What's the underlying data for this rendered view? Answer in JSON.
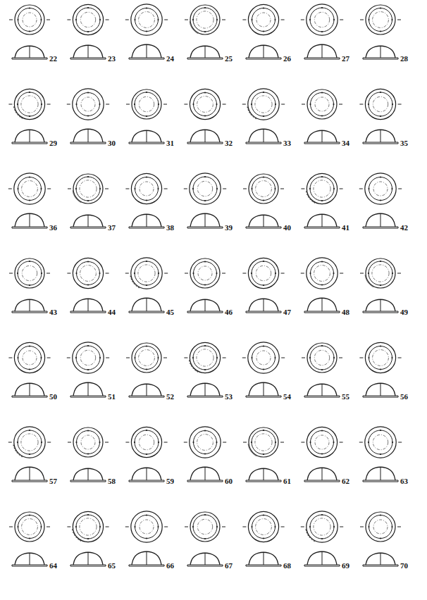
{
  "diagram": {
    "labels": [
      "22",
      "23",
      "24",
      "25",
      "26",
      "27",
      "28",
      "29",
      "30",
      "31",
      "32",
      "33",
      "34",
      "35",
      "36",
      "37",
      "38",
      "39",
      "40",
      "41",
      "42",
      "43",
      "44",
      "45",
      "46",
      "47",
      "48",
      "49",
      "50",
      "51",
      "52",
      "53",
      "54",
      "55",
      "56",
      "57",
      "58",
      "59",
      "60",
      "61",
      "62",
      "63",
      "64",
      "65",
      "66",
      "67",
      "68",
      "69",
      "70"
    ]
  }
}
